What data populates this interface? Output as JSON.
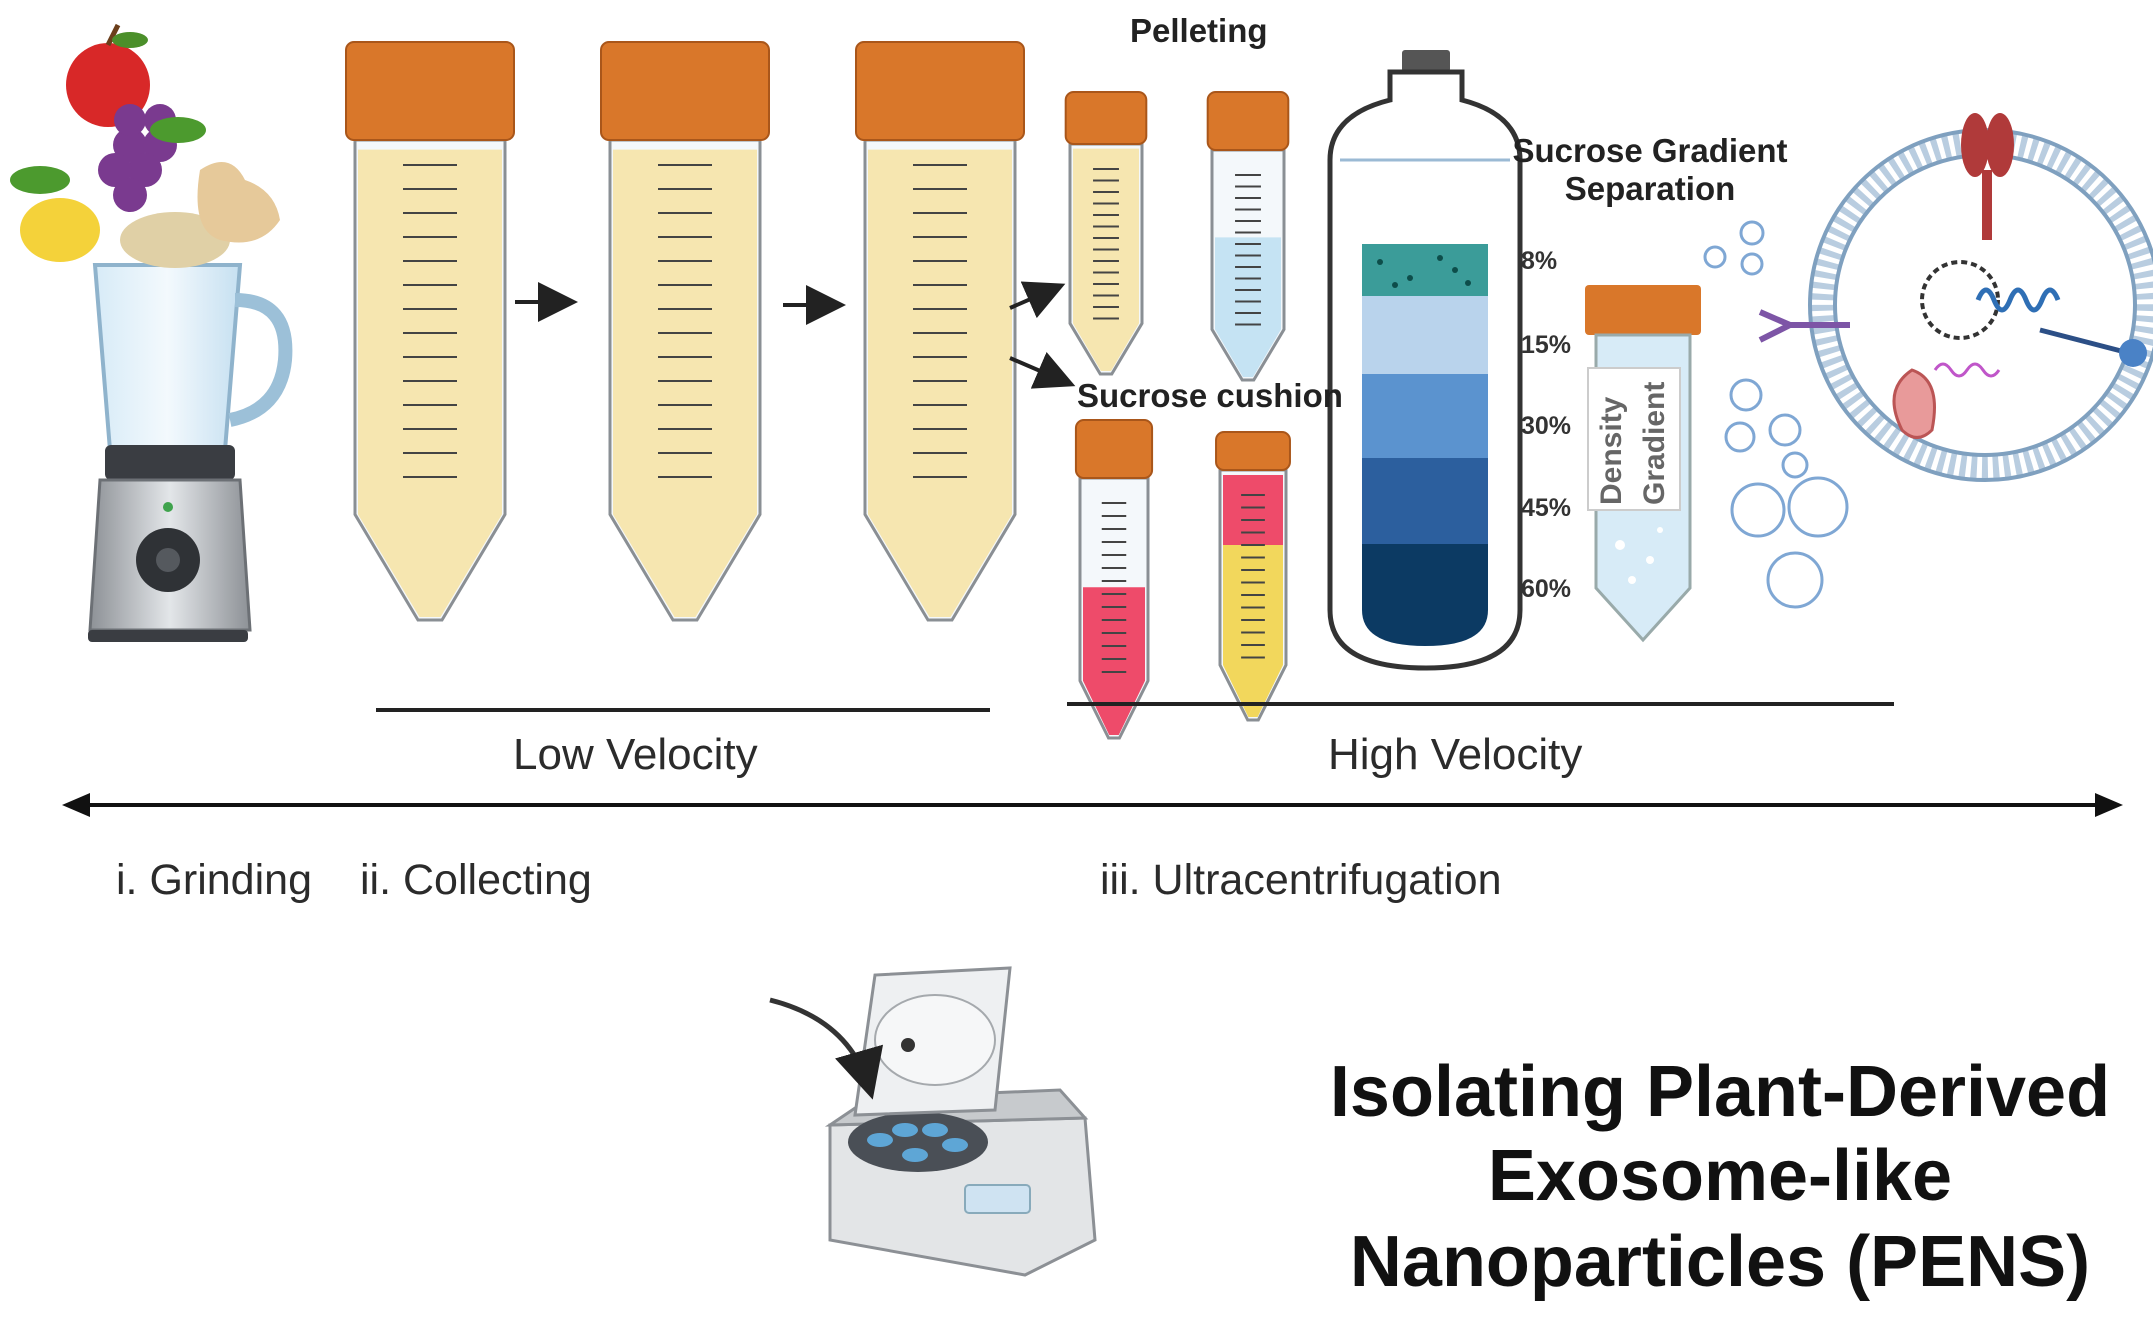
{
  "labels": {
    "pelleting": "Pelleting",
    "sucrose_cushion": "Sucrose cushion",
    "sucrose_gradient_line1": "Sucrose Gradient",
    "sucrose_gradient_line2": "Separation",
    "density": "Density",
    "gradient": "Gradient",
    "low_velocity": "Low Velocity",
    "high_velocity": "High Velocity"
  },
  "gradient_percentages": [
    "8%",
    "15%",
    "30%",
    "45%",
    "60%"
  ],
  "steps": [
    "i. Grinding",
    "ii. Collecting",
    "iii. Ultracentrifugation"
  ],
  "title": {
    "line1": "Isolating Plant-Derived",
    "line2": "Exosome-like",
    "line3": "Nanoparticles (PENS)"
  },
  "colors": {
    "cap_orange": "#d9772a",
    "tube_liquid": "#f6e6b0",
    "pink": "#ee4b6a",
    "yellow": "#f2d75c",
    "gradient_8": "#3b9c99",
    "gradient_15": "#b9d3ec",
    "gradient_30": "#5b93cf",
    "gradient_45": "#2c5f9e",
    "gradient_60": "#0c3a63"
  },
  "icons": [
    "blender-icon",
    "fruit-icon",
    "conical-tube-icon",
    "centrifuge-icon",
    "exosome-vesicle-icon"
  ]
}
